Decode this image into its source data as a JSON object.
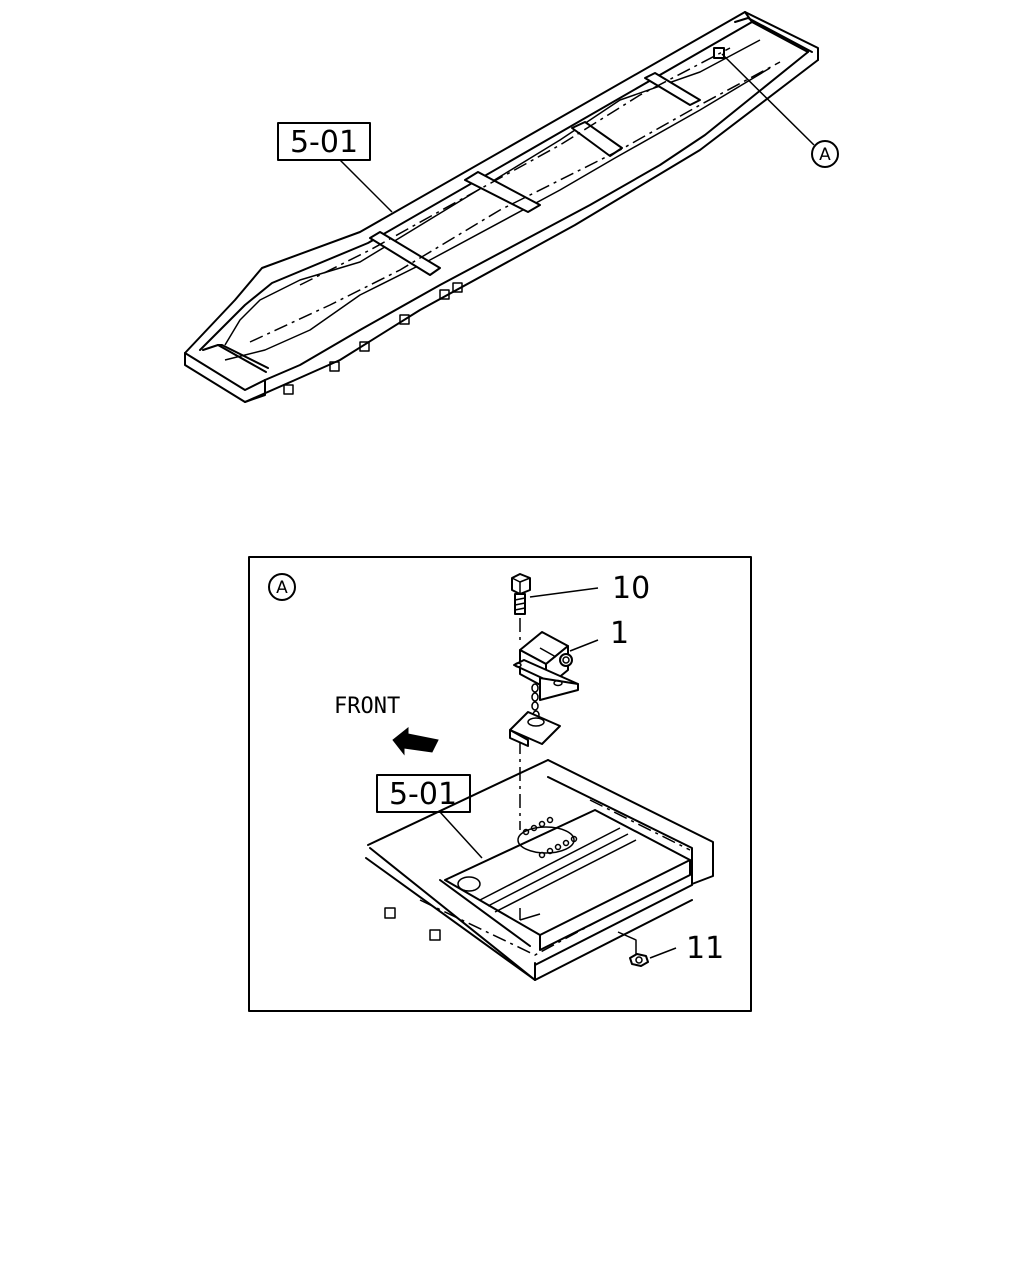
{
  "overview": {
    "ref_label": "5-01",
    "callout": "A"
  },
  "detail": {
    "callout": "A",
    "ref_label": "5-01",
    "direction_label": "FRONT",
    "parts": [
      {
        "number": "10"
      },
      {
        "number": "1"
      },
      {
        "number": "11"
      }
    ]
  }
}
